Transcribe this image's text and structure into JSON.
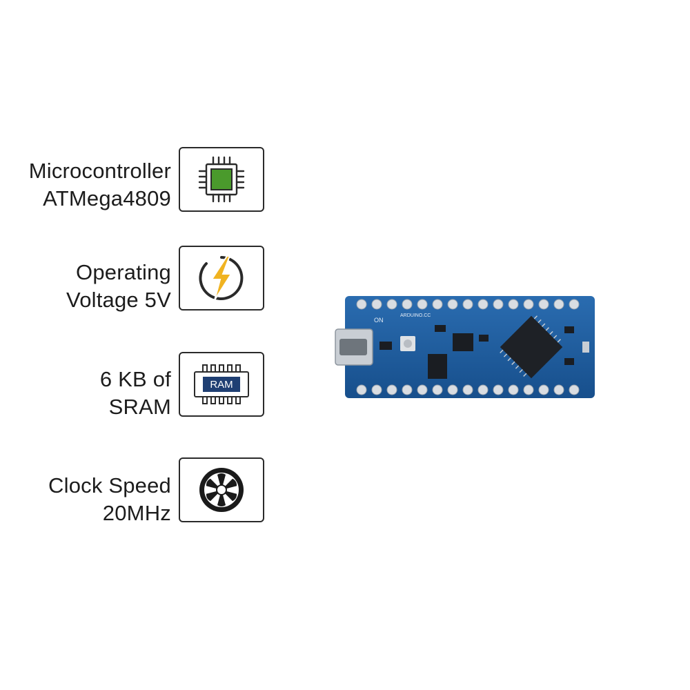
{
  "features": [
    {
      "id": "microcontroller",
      "line1": "Microcontroller",
      "line2": "ATMega4809",
      "icon": "microchip-icon"
    },
    {
      "id": "voltage",
      "line1": "Operating",
      "line2": "Voltage 5V",
      "icon": "lightning-bolt-icon"
    },
    {
      "id": "sram",
      "line1": "6 KB of",
      "line2": "SRAM",
      "icon": "ram-chip-icon",
      "icon_text": "RAM"
    },
    {
      "id": "clock",
      "line1": "Clock Speed",
      "line2": "20MHz",
      "icon": "fan-icon"
    }
  ],
  "board": {
    "icon": "arduino-nano-every-board",
    "silkscreen_on": "ON",
    "silkscreen_brand": "ARDUINO.CC"
  },
  "colors": {
    "chip_green": "#4a9a2c",
    "bolt_yellow": "#f0b321",
    "ram_blue": "#1f3f73",
    "board_blue": "#1d5da0"
  }
}
